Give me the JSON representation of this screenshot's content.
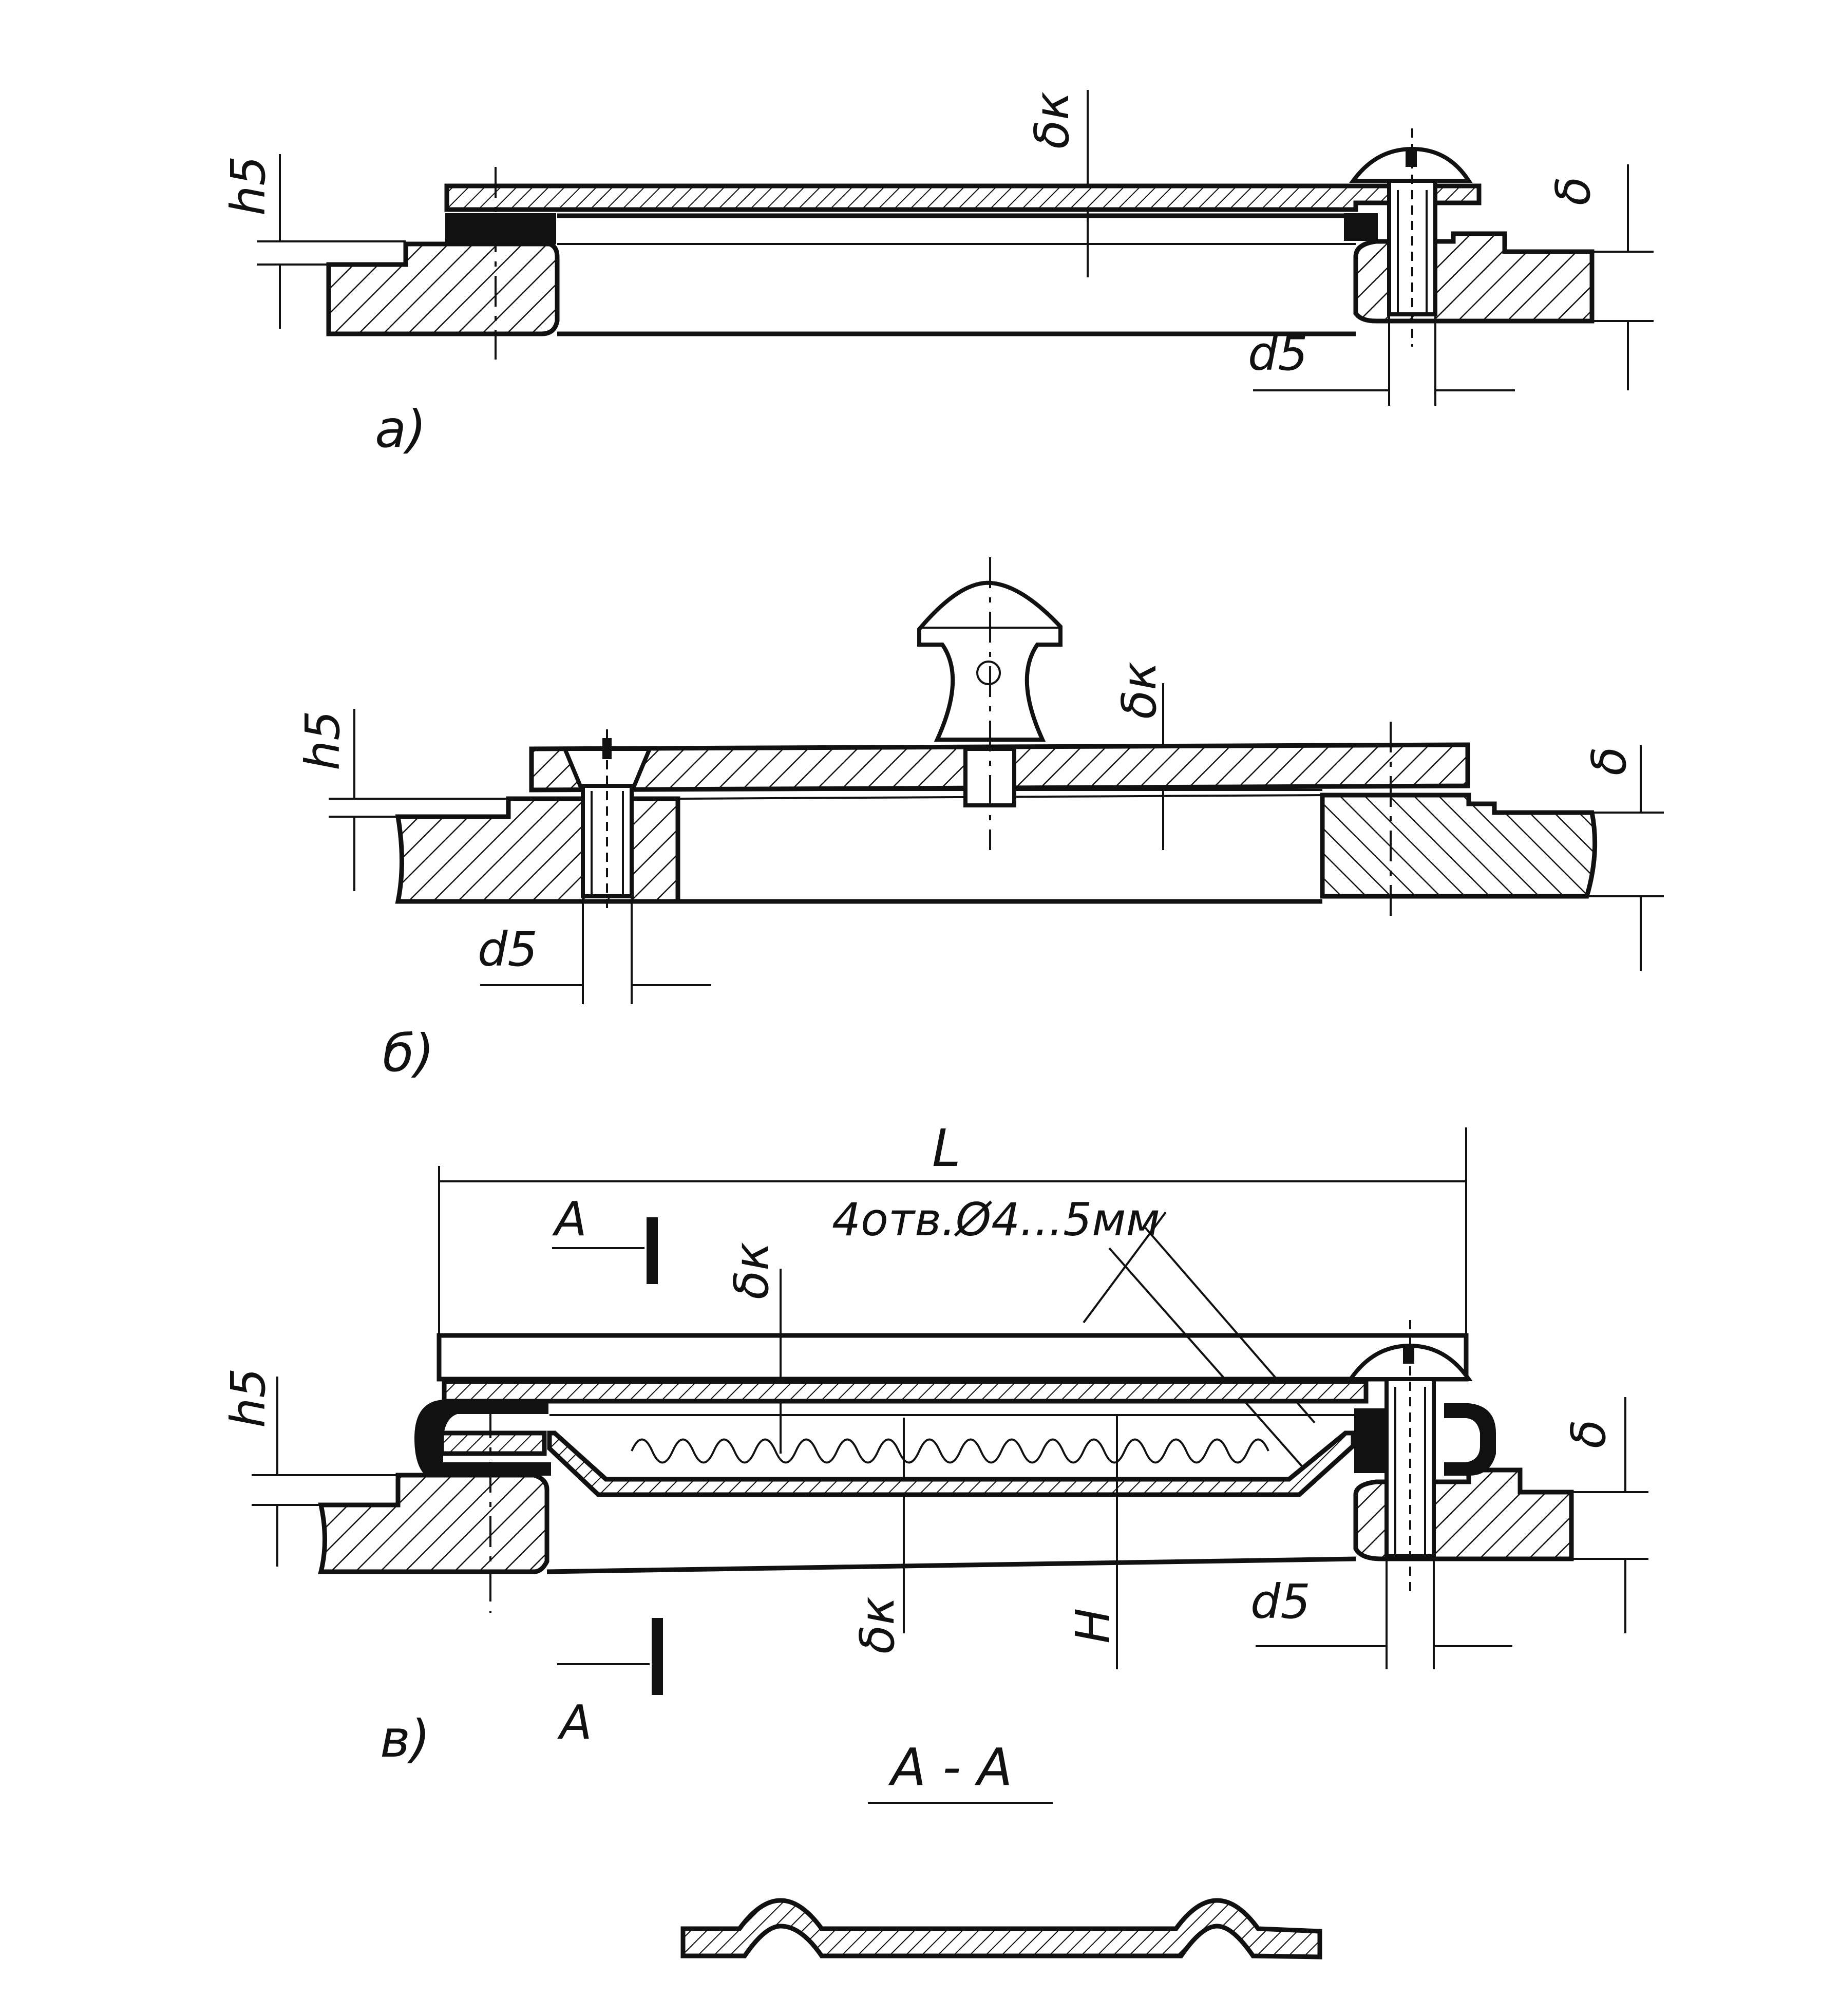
{
  "views": {
    "a": {
      "caption": "а)",
      "labels": {
        "h5": "h5",
        "delta_k": "δк",
        "delta": "δ",
        "d5": "d5"
      }
    },
    "b": {
      "caption": "б)",
      "labels": {
        "h5": "h5",
        "delta_k": "δк",
        "delta": "δ",
        "d5": "d5"
      }
    },
    "c": {
      "caption": "в)",
      "labels": {
        "L": "L",
        "holes_note": "4отв.Ø4...5мм",
        "h5": "h5",
        "delta_k_top": "δк",
        "delta_k_bottom": "δк",
        "H": "H",
        "delta": "δ",
        "d5": "d5",
        "section_mark_top": "A",
        "section_mark_bottom": "A"
      }
    },
    "section": {
      "title": "A - A"
    }
  }
}
